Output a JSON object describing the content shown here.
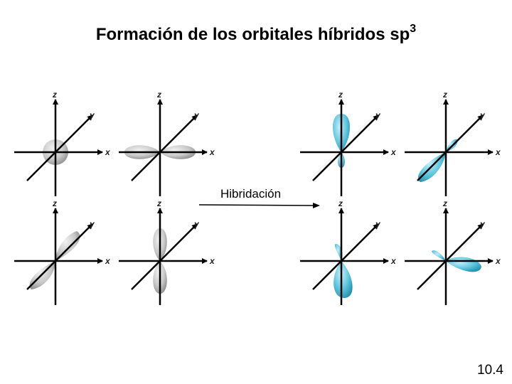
{
  "title": {
    "text": "Formación de los orbitales híbridos sp",
    "superscript": "3"
  },
  "arrow_label": "Hibridación",
  "slide_number": "10.4",
  "axis_labels": {
    "x": "x",
    "y": "y",
    "z": "z"
  },
  "colors": {
    "atomic_orbital": "#b4b4b4",
    "hybrid_orbital": "#5cc4dc",
    "axes": "#000000"
  },
  "atomic_orbitals": [
    "s",
    "px",
    "py",
    "pz"
  ],
  "hybrid_orbitals": [
    "sp3",
    "sp3",
    "sp3",
    "sp3"
  ]
}
